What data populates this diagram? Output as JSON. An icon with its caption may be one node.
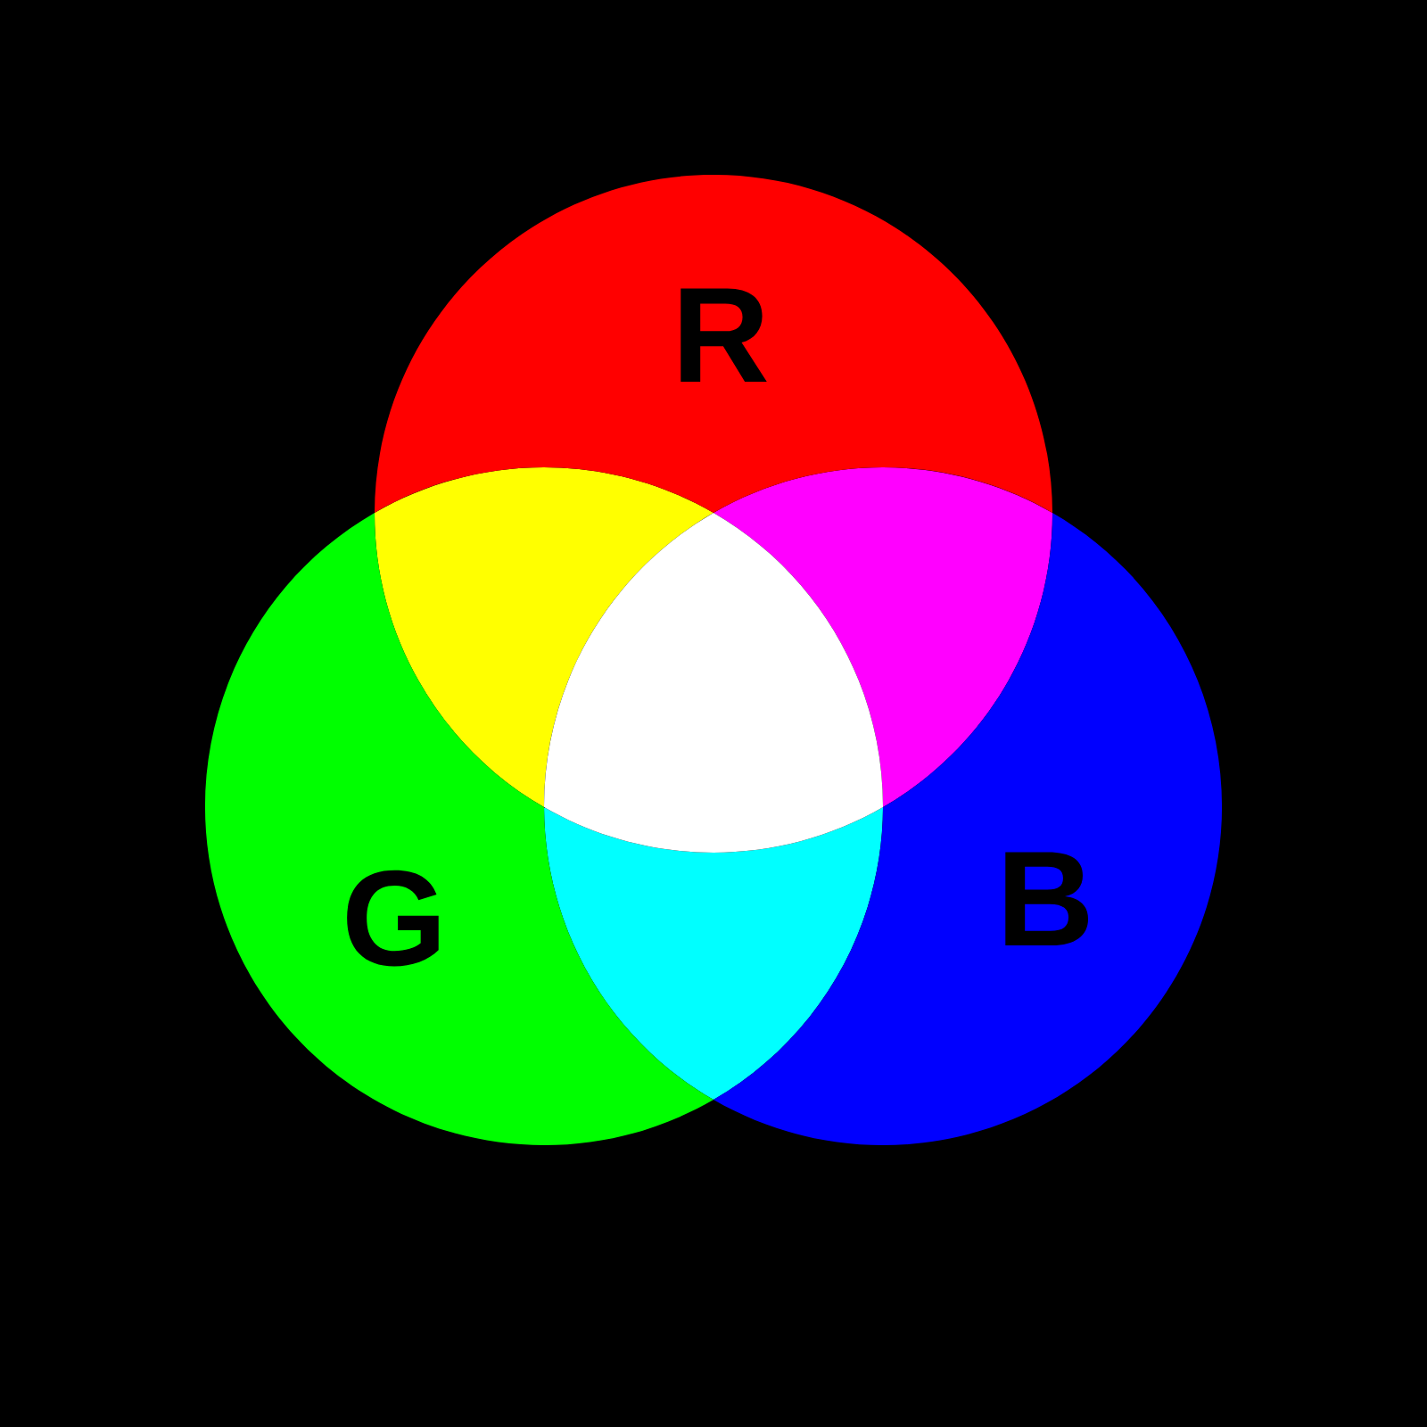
{
  "diagram": {
    "nodes": [
      {
        "text": [
          "R"
        ]
      },
      {
        "text": [
          "G"
        ]
      },
      {
        "text": [
          "B"
        ]
      }
    ]
  }
}
